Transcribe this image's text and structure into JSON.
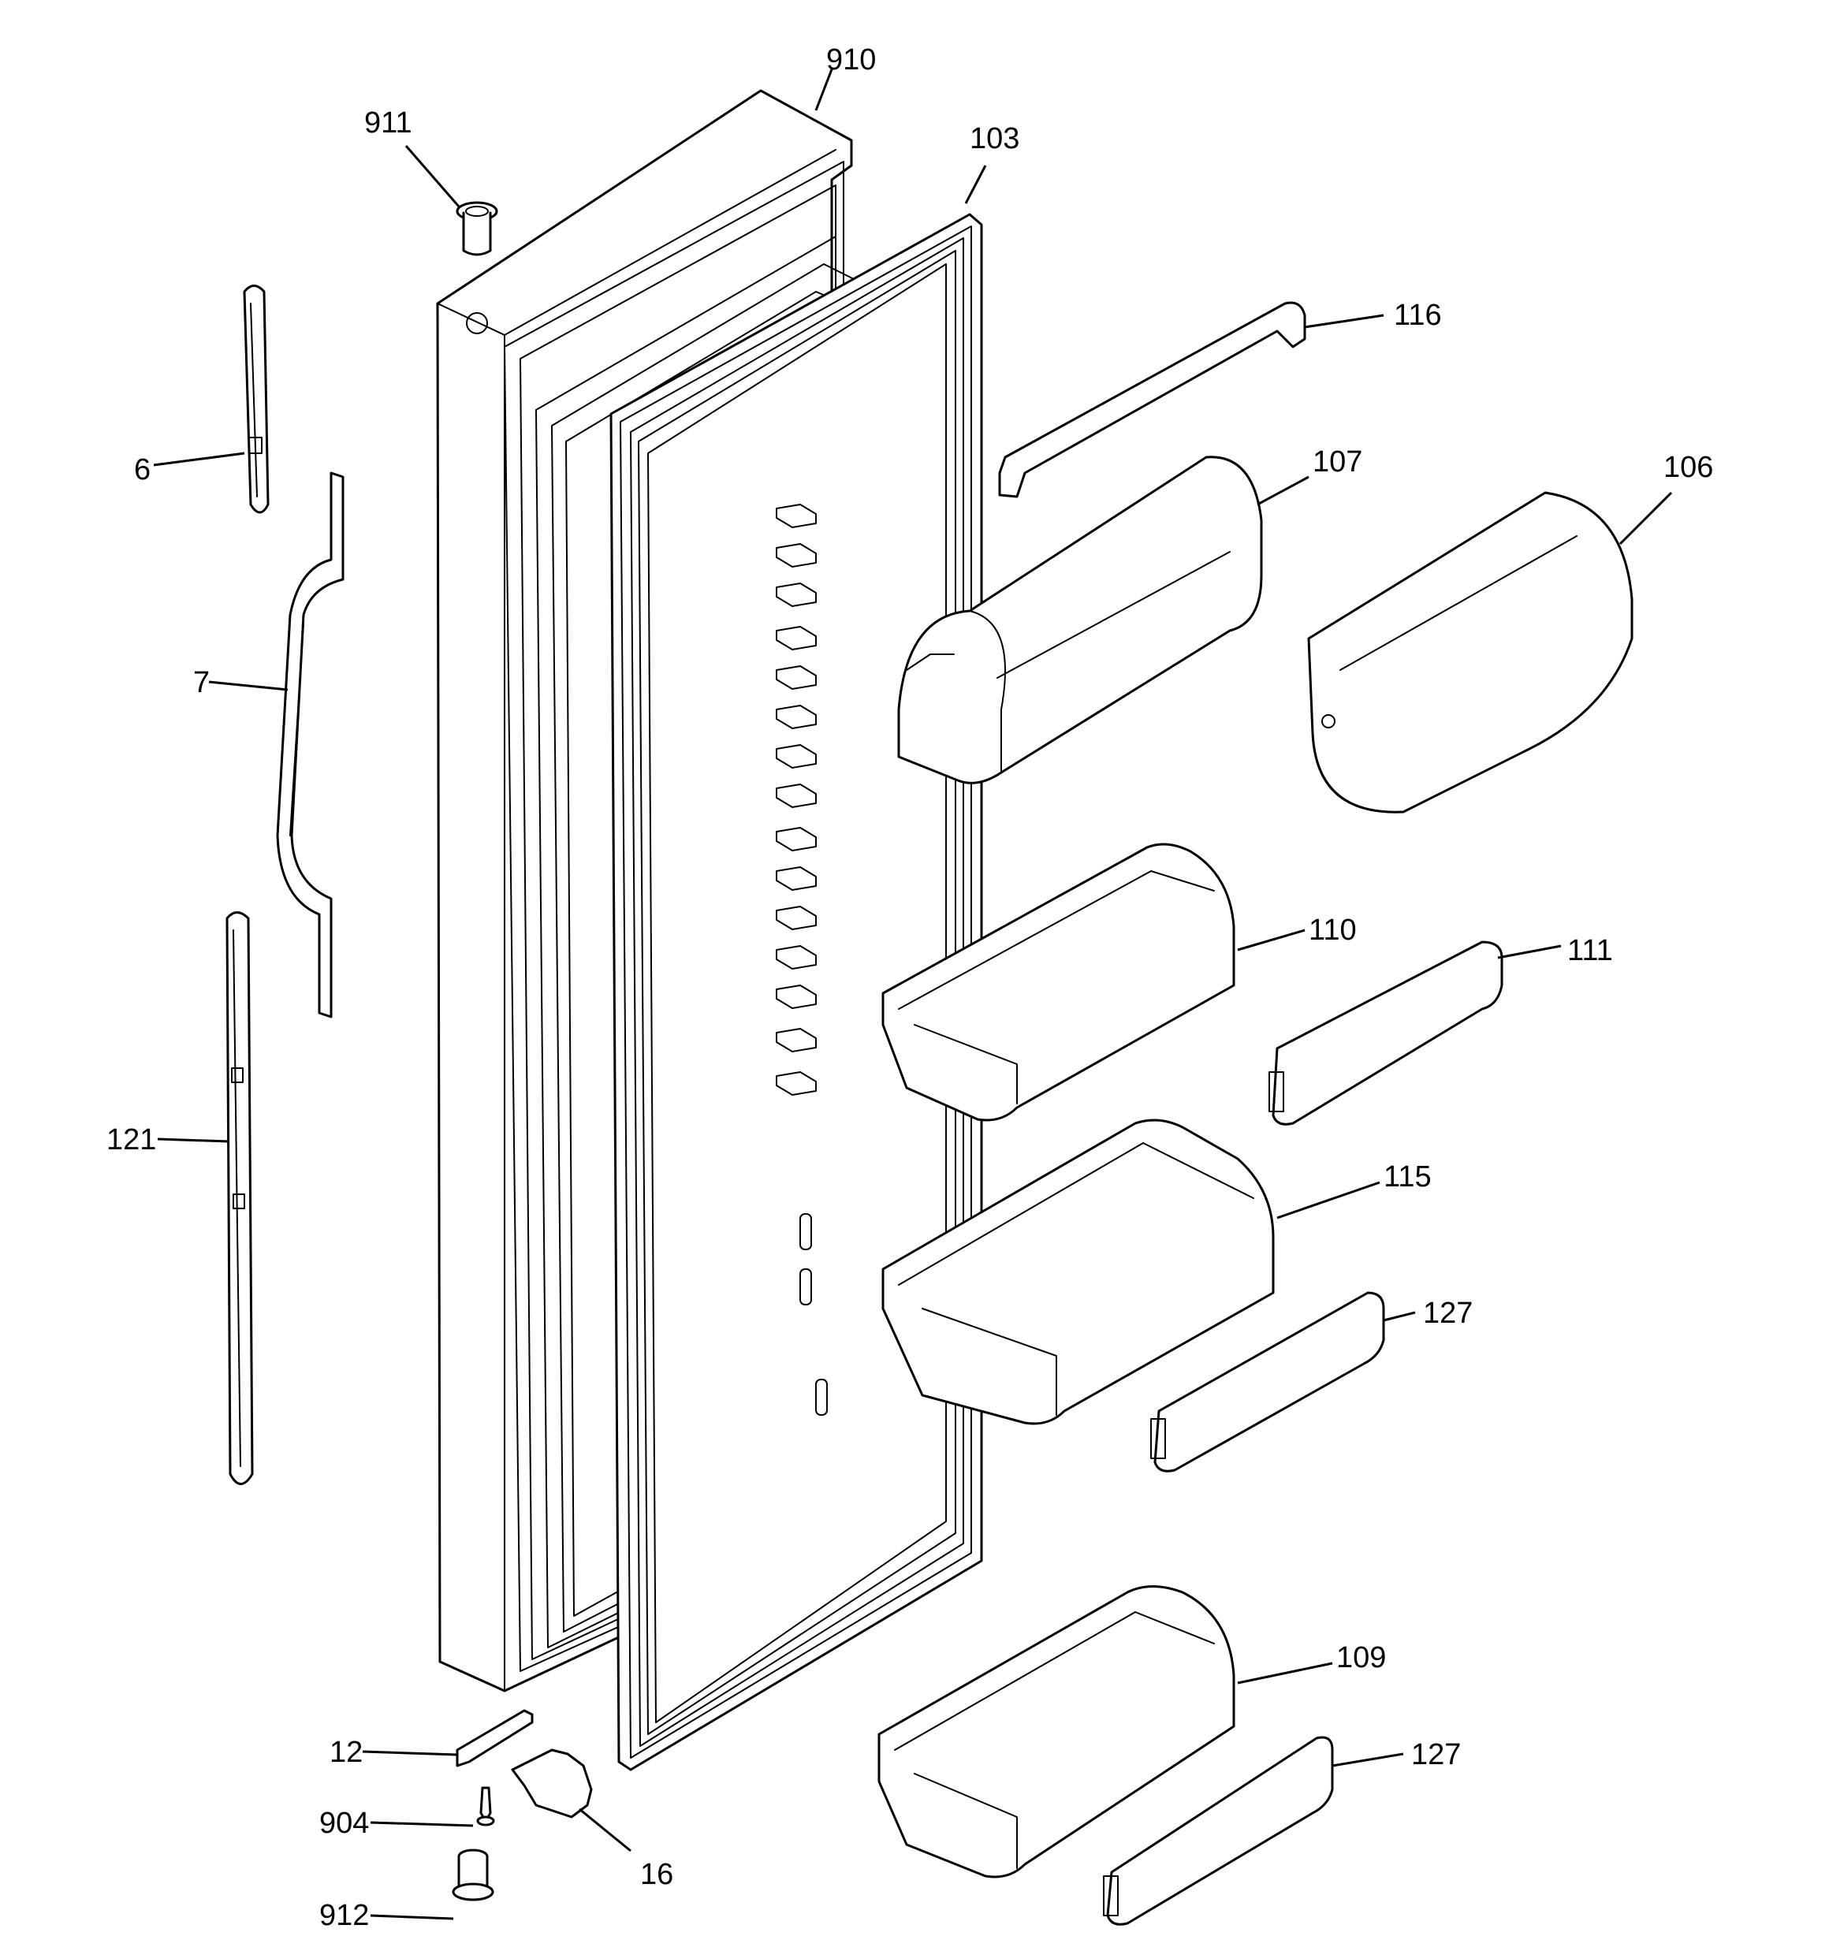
{
  "callouts": {
    "c910": "910",
    "c911": "911",
    "c103": "103",
    "c116": "116",
    "c6": "6",
    "c107": "107",
    "c106": "106",
    "c7": "7",
    "c110": "110",
    "c111": "111",
    "c121": "121",
    "c115": "115",
    "c127a": "127",
    "c109": "109",
    "c127b": "127",
    "c12": "12",
    "c904": "904",
    "c16": "16",
    "c912": "912"
  },
  "colors": {
    "line": "#000000",
    "background": "#ffffff"
  }
}
